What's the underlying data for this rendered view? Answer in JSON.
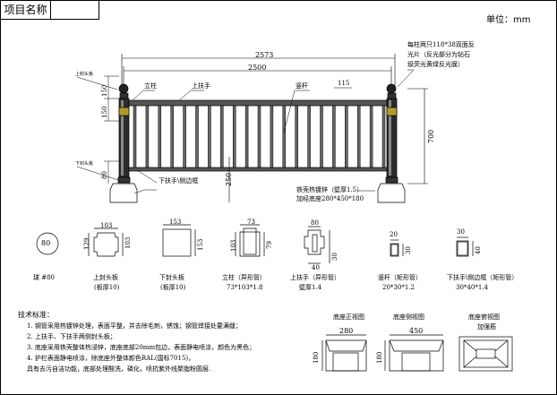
{
  "title_block": {
    "project_name_label": "项目名称"
  },
  "unit_label": "单位：mm",
  "elevation": {
    "dim_overall": "2573",
    "dim_post_spacing": "2500",
    "dim_picket_spacing": "115",
    "dim_height": "700",
    "dim_base_height": "250",
    "dim_left_150a": "150",
    "dim_left_150b": "150",
    "dim_left_80": "80",
    "label_top_cap": "上封头板",
    "label_bottom_cap": "下封头板",
    "label_post": "立柱",
    "label_top_rail": "上扶手",
    "label_picket": "竖杆",
    "label_bottom_rail": "下扶手\\侧边框",
    "label_base_material": "铁壳热镀锌（壁厚1.5）",
    "label_base_size": "加经底座280*450*180",
    "reflector_note": [
      "每柱两只118*38双面反",
      "光片（反光部分为钻石",
      "级荧光黄绿反光膜）"
    ]
  },
  "sections": [
    {
      "label": "球 #80",
      "dims": [
        "80"
      ]
    },
    {
      "label": "上封头板",
      "sub": "(板厚10)",
      "dims": [
        "103",
        "129",
        "103"
      ]
    },
    {
      "label": "下封头板",
      "sub": "(板厚10)",
      "dims": [
        "153",
        "153"
      ]
    },
    {
      "label": "立柱（异形管）",
      "sub": "73*103*1.8",
      "dims": [
        "73",
        "103",
        "79"
      ]
    },
    {
      "label": "上扶手（异形管）",
      "sub": "壁厚1.4",
      "dims": [
        "80",
        "30",
        "40"
      ]
    },
    {
      "label": "竖杆（矩形管）",
      "sub": "20*30*1.2",
      "dims": [
        "20",
        "30"
      ]
    },
    {
      "label": "下扶手\\侧边框（矩形管）",
      "sub": "30*40*1.4",
      "dims": [
        "30",
        "40"
      ]
    }
  ],
  "tech_notes": {
    "heading": "技术标准：",
    "items": [
      "1.  钢管采用热镀锌处理，表面平整，并去除毛刺，锈蚀；钢管焊接处要满缝；",
      "2.  上扶手、下扶手两侧封头板；",
      "3.  底座采用铁壳整体热浸锌，底座底部20mm包边，表面静电喷涂，颜色为黑色；",
      "4.  护栏表面静电喷涂，除底座外整体颜色RAL(国标7015)，",
      "     具有去污自洁功能，底部处理酸洗，磷化，喷抗紫外线聚脂粉圆层."
    ]
  },
  "base_views": {
    "front": {
      "title": "底座正视图",
      "w": "280",
      "h": "180"
    },
    "side": {
      "title": "底座侧视图",
      "w": "450",
      "h": "180"
    },
    "top": {
      "title": "底座俯视图",
      "note": "加强筋"
    }
  }
}
